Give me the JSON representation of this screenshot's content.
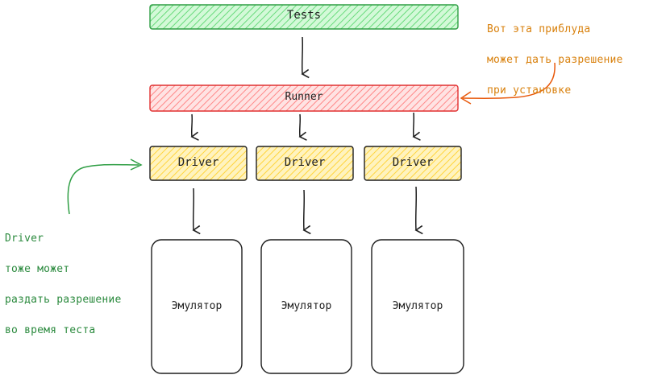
{
  "boxes": {
    "tests": {
      "label": "Tests",
      "fill": "#b2f2bb",
      "stroke": "#2f9e44"
    },
    "runner": {
      "label": "Runner",
      "fill": "#ffc9c9",
      "stroke": "#e03131"
    },
    "drivers": [
      {
        "label": "Driver",
        "fill": "#ffec99",
        "stroke": "#1e1e1e"
      },
      {
        "label": "Driver",
        "fill": "#ffec99",
        "stroke": "#1e1e1e"
      },
      {
        "label": "Driver",
        "fill": "#ffec99",
        "stroke": "#1e1e1e"
      }
    ],
    "emulators": [
      {
        "label": "Эмулятор"
      },
      {
        "label": "Эмулятор"
      },
      {
        "label": "Эмулятор"
      }
    ]
  },
  "annotations": {
    "runner_note": {
      "line1": "Вот эта приблуда",
      "line2": "может дать разрешение",
      "line3": "при установке",
      "color": "#d9820f"
    },
    "driver_note": {
      "line1": "Driver",
      "line2": "тоже может",
      "line3": "раздать разрешение",
      "line4": "во время теста",
      "color": "#2b8a3e"
    }
  }
}
